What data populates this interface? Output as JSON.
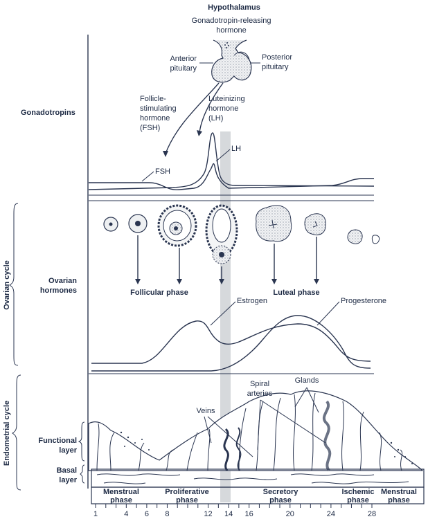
{
  "header": {
    "title": "Hypothalamus",
    "hormone_label_line1": "Gonadotropin-releasing",
    "hormone_label_line2": "hormone",
    "anterior_line1": "Anterior",
    "anterior_line2": "pituitary",
    "posterior_line1": "Posterior",
    "posterior_line2": "pituitary"
  },
  "gonadotropins": {
    "section_label": "Gonadotropins",
    "fsh_label": [
      "Follicle-",
      "stimulating",
      "hormone",
      "(FSH)"
    ],
    "lh_label": [
      "Luteinizing",
      "hormone",
      "(LH)"
    ],
    "curve_fsh": "FSH",
    "curve_lh": "LH"
  },
  "ovarian": {
    "bracket_label": "Ovarian cycle",
    "section_label_line1": "Ovarian",
    "section_label_line2": "hormones",
    "follicular_phase": "Follicular phase",
    "luteal_phase": "Luteal phase",
    "estrogen": "Estrogen",
    "progesterone": "Progesterone"
  },
  "endometrial": {
    "bracket_label": "Endometrial cycle",
    "functional_line1": "Functional",
    "functional_line2": "layer",
    "basal_line1": "Basal",
    "basal_line2": "layer",
    "veins": "Veins",
    "spiral_line1": "Spiral",
    "spiral_line2": "arteries",
    "glands": "Glands"
  },
  "phases": [
    {
      "line1": "Menstrual",
      "line2": "phase"
    },
    {
      "line1": "Proliferative",
      "line2": "phase"
    },
    {
      "line1": "Secretory",
      "line2": "phase"
    },
    {
      "line1": "Ischemic",
      "line2": "phase"
    },
    {
      "line1": "Menstrual",
      "line2": "phase"
    }
  ],
  "day_axis": {
    "days_total": 28,
    "tick_labels": [
      "1",
      "4",
      "6",
      "8",
      "12",
      "14",
      "16",
      "20",
      "24",
      "28"
    ],
    "ovulation_day": 14
  },
  "colors": {
    "ink": "#1d2a44",
    "ovulation_band": "#cfd2d6"
  }
}
